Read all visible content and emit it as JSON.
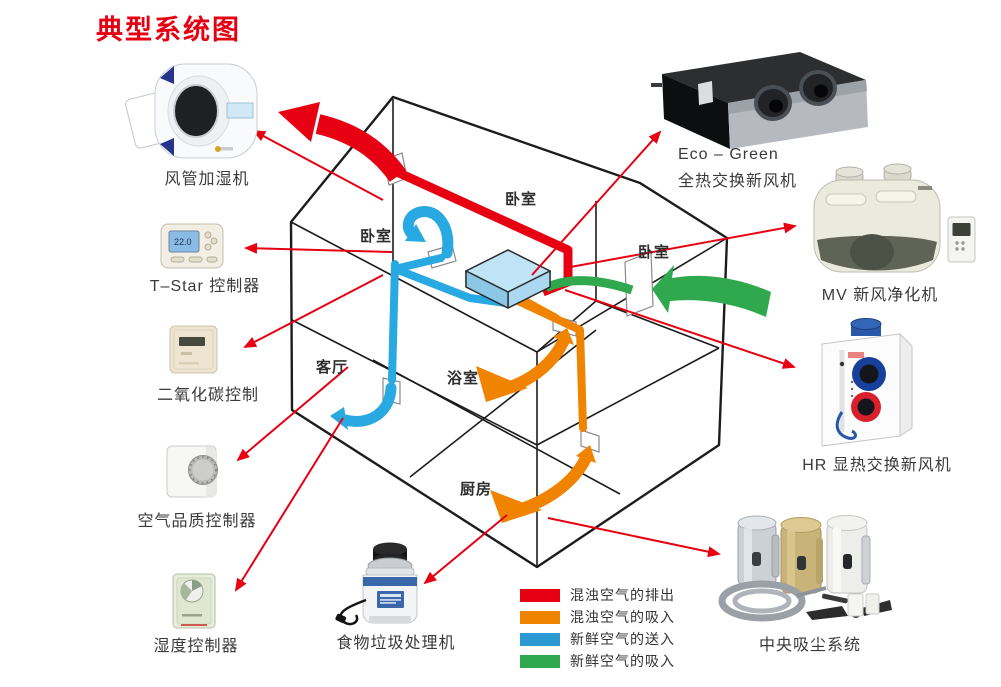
{
  "header": {
    "title": "典型系统图"
  },
  "diagram": {
    "rooms": [
      {
        "id": "bedroom-left",
        "label": "卧室"
      },
      {
        "id": "bedroom-center",
        "label": "卧室"
      },
      {
        "id": "bedroom-right",
        "label": "卧室"
      },
      {
        "id": "living-room",
        "label": "客厅"
      },
      {
        "id": "bathroom",
        "label": "浴室"
      },
      {
        "id": "kitchen",
        "label": "厨房"
      }
    ]
  },
  "products": {
    "duct_humidifier": {
      "label": "风管加湿机"
    },
    "t_star": {
      "label": "T–Star 控制器",
      "screen_value": "22.0"
    },
    "co2": {
      "label": "二氧化碳控制"
    },
    "air_quality": {
      "label": "空气品质控制器"
    },
    "humidity": {
      "label": "湿度控制器"
    },
    "disposer": {
      "label": "食物垃圾处理机"
    },
    "eco_green": {
      "label": "Eco – Green",
      "label2": "全热交换新风机"
    },
    "mv": {
      "label": "MV 新风净化机"
    },
    "hr": {
      "label": "HR 显热交换新风机"
    },
    "vacuum": {
      "label": "中央吸尘系统"
    }
  },
  "legend": {
    "items": [
      {
        "label": "混浊空气的排出",
        "color": "#e60012"
      },
      {
        "label": "混浊空气的吸入",
        "color": "#f08300"
      },
      {
        "label": "新鲜空气的送入",
        "color": "#2b9ad2"
      },
      {
        "label": "新鲜空气的吸入",
        "color": "#2fa84e"
      }
    ]
  },
  "flow_colors": {
    "exhaust": "#e60012",
    "extract": "#f08300",
    "supply": "#29a9e1",
    "fresh": "#2fa84e"
  }
}
